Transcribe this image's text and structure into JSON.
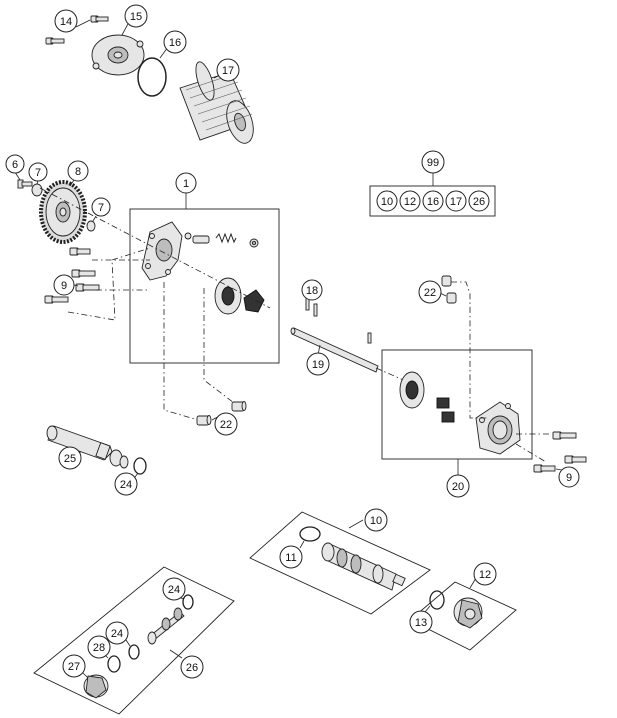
{
  "callouts": {
    "c1": "1",
    "c6": "6",
    "c7a": "7",
    "c7b": "7",
    "c8": "8",
    "c9a": "9",
    "c9b": "9",
    "c10": "10",
    "c11": "11",
    "c12": "12",
    "c13": "13",
    "c14": "14",
    "c15": "15",
    "c16": "16",
    "c17": "17",
    "c18": "18",
    "c19": "19",
    "c20": "20",
    "c22a": "22",
    "c22b": "22",
    "c24a": "24",
    "c24b": "24",
    "c24c": "24",
    "c25": "25",
    "c26": "26",
    "c27": "27",
    "c28": "28",
    "c99": "99"
  },
  "kit_99": {
    "label": "99",
    "items": [
      "10",
      "12",
      "16",
      "17",
      "26"
    ]
  }
}
